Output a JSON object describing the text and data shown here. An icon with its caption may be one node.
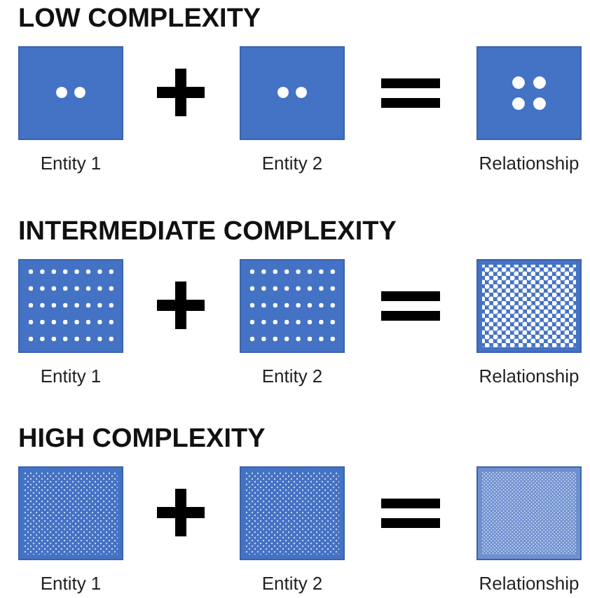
{
  "diagram": {
    "nodes": [
      {
        "text": [],
        "shape": "box",
        "beside": [
          "Entity 1"
        ]
      },
      {
        "text": [],
        "shape": "box",
        "beside": [
          "Entity 2"
        ]
      },
      {
        "text": [],
        "shape": "box",
        "beside": [
          "Relationship"
        ]
      },
      {
        "text": [],
        "shape": "box",
        "beside": [
          "Entity 1"
        ]
      },
      {
        "text": [],
        "shape": "box",
        "beside": [
          "Entity 2"
        ]
      },
      {
        "text": [],
        "shape": "box",
        "beside": [
          "Relationship"
        ]
      },
      {
        "text": [],
        "shape": "box",
        "beside": [
          "Entity 1"
        ]
      },
      {
        "text": [],
        "shape": "box",
        "beside": [
          "Entity 2"
        ]
      },
      {
        "text": [],
        "shape": "box",
        "beside": [
          "Relationship"
        ]
      }
    ],
    "labels": [
      "LOW COMPLEXITY",
      "INTERMEDIATE COMPLEXITY",
      "HIGH COMPLEXITY"
    ]
  }
}
